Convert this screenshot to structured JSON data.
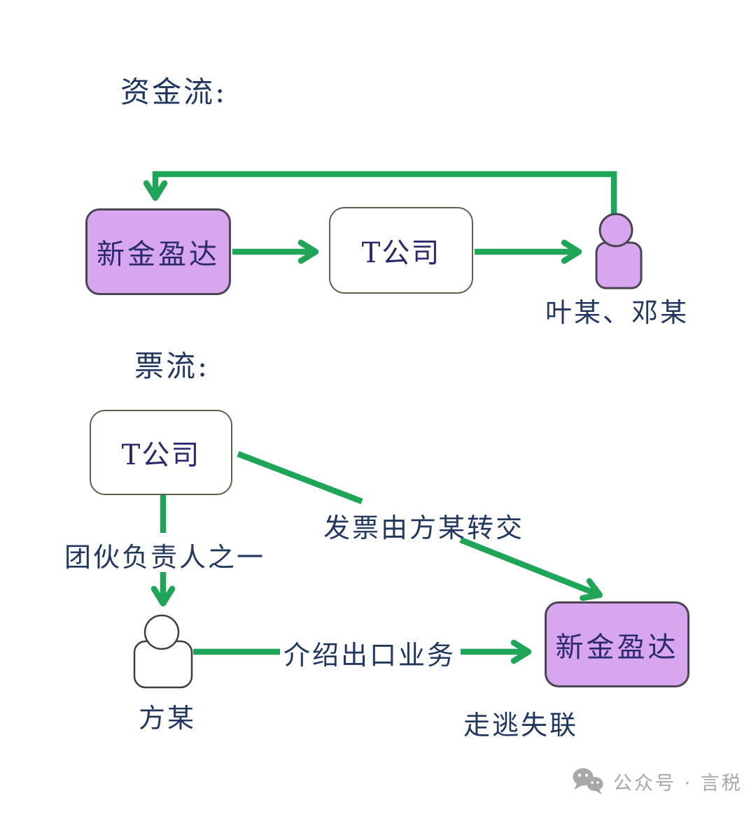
{
  "diagram": {
    "fund_flow": {
      "title": "资金流:",
      "node_company_a": "新金盈达",
      "node_company_t": "T公司",
      "node_persons": "叶某、邓某"
    },
    "invoice_flow": {
      "title": "票流:",
      "node_company_t": "T公司",
      "node_person": "方某",
      "node_company_a": "新金盈达",
      "edge_gang_leader": "团伙负责人之一",
      "edge_invoice_transfer": "发票由方某转交",
      "edge_introduce_export": "介绍出口业务",
      "status_absconded": "走逃失联"
    }
  },
  "icons": {
    "fund_recipients": "person-icon",
    "introducer": "person-icon",
    "footer": "wechat-logo-icon"
  },
  "footer": {
    "account_text": "公众号 · 言税"
  },
  "colors": {
    "arrow_green": "#1fa558",
    "purple_fill": "#d7a6ee",
    "purple_border": "#4a4453",
    "white_box_border": "#5f5f4b",
    "title_navy": "#22375f",
    "box_text_indigo": "#2c2a6e",
    "footer_gray": "#a8a8a8"
  }
}
